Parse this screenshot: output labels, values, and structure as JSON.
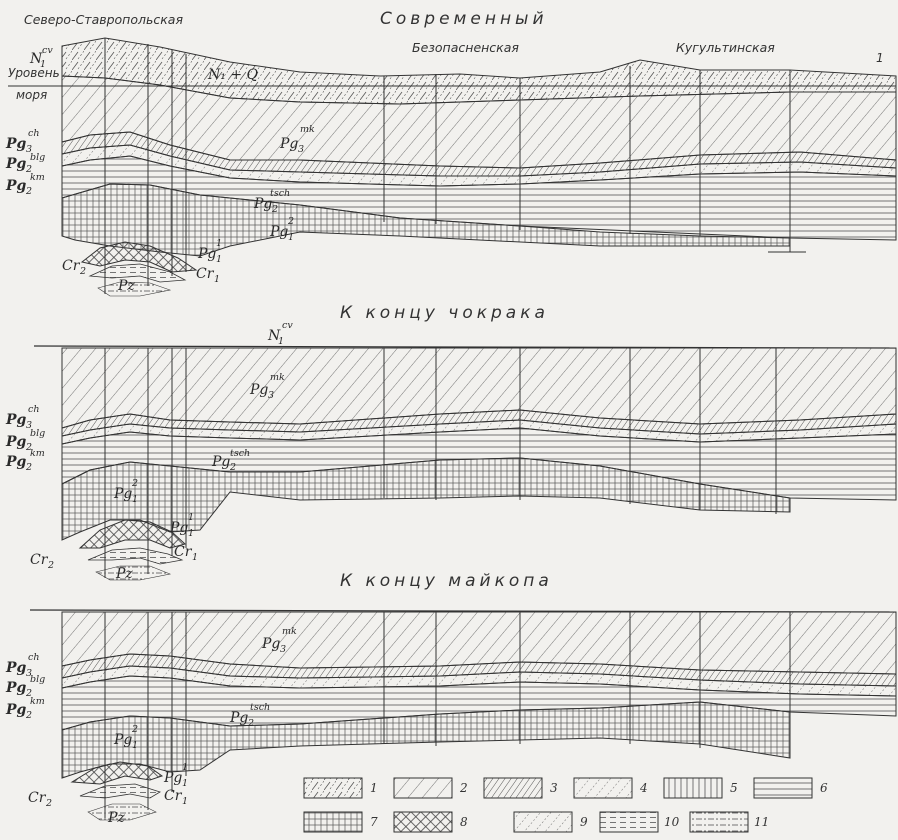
{
  "sections": [
    {
      "title": "Современный",
      "localities": [
        "Северо-Ставропольская",
        "Безопасненская",
        "Кугультинская"
      ],
      "sea_level_label": [
        "Уровень",
        "моря"
      ],
      "marker": "1"
    },
    {
      "title": "К концу чокрака"
    },
    {
      "title": "К концу майкопа"
    }
  ],
  "units": {
    "n1cv": {
      "base": "N",
      "sub": "1",
      "sup": "cv"
    },
    "n1q": {
      "text": "N₁ + Q"
    },
    "pg3mk": {
      "base": "Pg",
      "sub": "3",
      "sup": "mk"
    },
    "pg3ch": {
      "base": "Pg",
      "sub": "3",
      "sup": "ch"
    },
    "pg2blg": {
      "base": "Pg",
      "sub": "2",
      "sup": "blg"
    },
    "pg2km": {
      "base": "Pg",
      "sub": "2",
      "sup": "km"
    },
    "pg2tsch": {
      "base": "Pg",
      "sub": "2",
      "sup": "tsch"
    },
    "pg12": {
      "base": "Pg",
      "sub": "1",
      "sup": "2"
    },
    "pg11": {
      "base": "Pg",
      "sub": "1",
      "sup": "1"
    },
    "cr2": {
      "base": "Cr",
      "sub": "2"
    },
    "cr1": {
      "base": "Cr",
      "sub": "1"
    },
    "pz": {
      "text": "Pz"
    }
  },
  "legend": [
    {
      "number": "1",
      "pattern": "dash-slant"
    },
    {
      "number": "2",
      "pattern": "slant-fine"
    },
    {
      "number": "3",
      "pattern": "slant-dense"
    },
    {
      "number": "4",
      "pattern": "dots-slant"
    },
    {
      "number": "5",
      "pattern": "vertical"
    },
    {
      "number": "6",
      "pattern": "horizontal"
    },
    {
      "number": "7",
      "pattern": "grid"
    },
    {
      "number": "8",
      "pattern": "crosshatch"
    },
    {
      "number": "9",
      "pattern": "dotted-dash"
    },
    {
      "number": "10",
      "pattern": "dash-horizontal"
    },
    {
      "number": "11",
      "pattern": "dash-dot"
    }
  ]
}
